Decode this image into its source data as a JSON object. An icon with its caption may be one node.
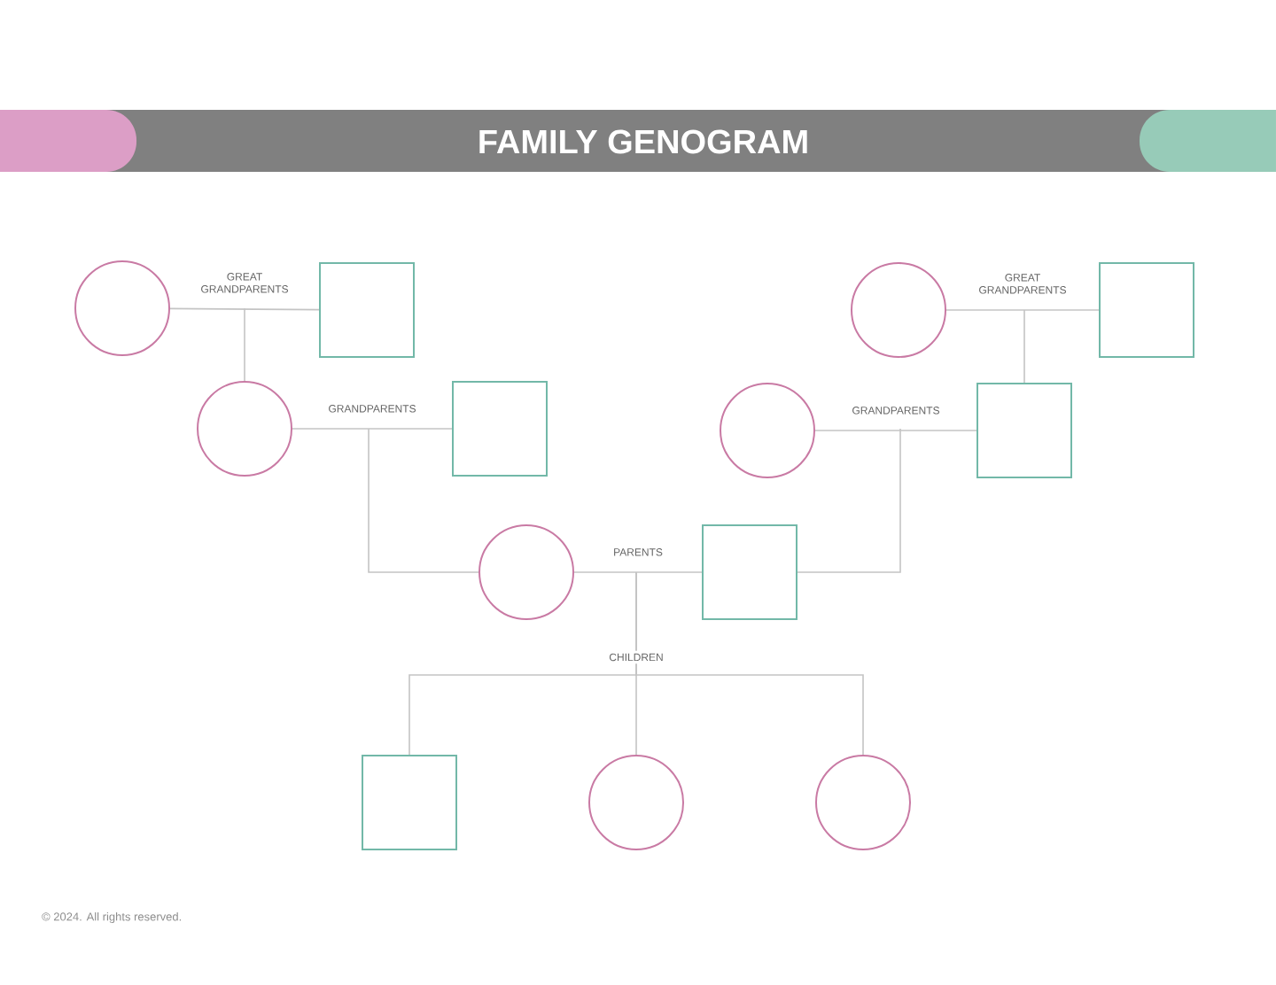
{
  "diagram": {
    "title": "FAMILY GENOGRAM",
    "nodes": [
      {
        "text": [],
        "shape": "circle"
      },
      {
        "text": [],
        "shape": "box"
      },
      {
        "text": [],
        "shape": "circle"
      },
      {
        "text": [],
        "shape": "box"
      },
      {
        "text": [],
        "shape": "circle"
      },
      {
        "text": [],
        "shape": "box"
      },
      {
        "text": [],
        "shape": "circle"
      },
      {
        "text": [],
        "shape": "box"
      },
      {
        "text": [],
        "shape": "circle"
      },
      {
        "text": [],
        "shape": "box"
      },
      {
        "text": [],
        "shape": "box"
      },
      {
        "text": [],
        "shape": "circle"
      },
      {
        "text": [],
        "shape": "circle"
      }
    ],
    "edges": [
      {
        "from": 0,
        "to": 1,
        "arrow": "none",
        "label": "GREAT GRANDPARENTS"
      },
      {
        "from": 2,
        "to": 3,
        "arrow": "none",
        "label": "GREAT GRANDPARENTS"
      },
      {
        "from": null,
        "to": 4,
        "arrow": "none"
      },
      {
        "from": null,
        "to": 7,
        "arrow": "none"
      },
      {
        "from": 4,
        "to": 5,
        "arrow": "none",
        "label": "GRANDPARENTS"
      },
      {
        "from": 6,
        "to": 7,
        "arrow": "none",
        "label": "GRANDPARENTS"
      },
      {
        "from": null,
        "to": 8,
        "arrow": "none"
      },
      {
        "from": null,
        "to": 9,
        "arrow": "none"
      },
      {
        "from": 8,
        "to": 9,
        "arrow": "none",
        "label": "PARENTS"
      },
      {
        "from": null,
        "to": 10,
        "arrow": "none"
      },
      {
        "from": null,
        "to": 11,
        "arrow": "none"
      },
      {
        "from": null,
        "to": 12,
        "arrow": "none"
      }
    ],
    "labels": [
      "CHILDREN",
      "© 2024. All rights reserved."
    ]
  }
}
